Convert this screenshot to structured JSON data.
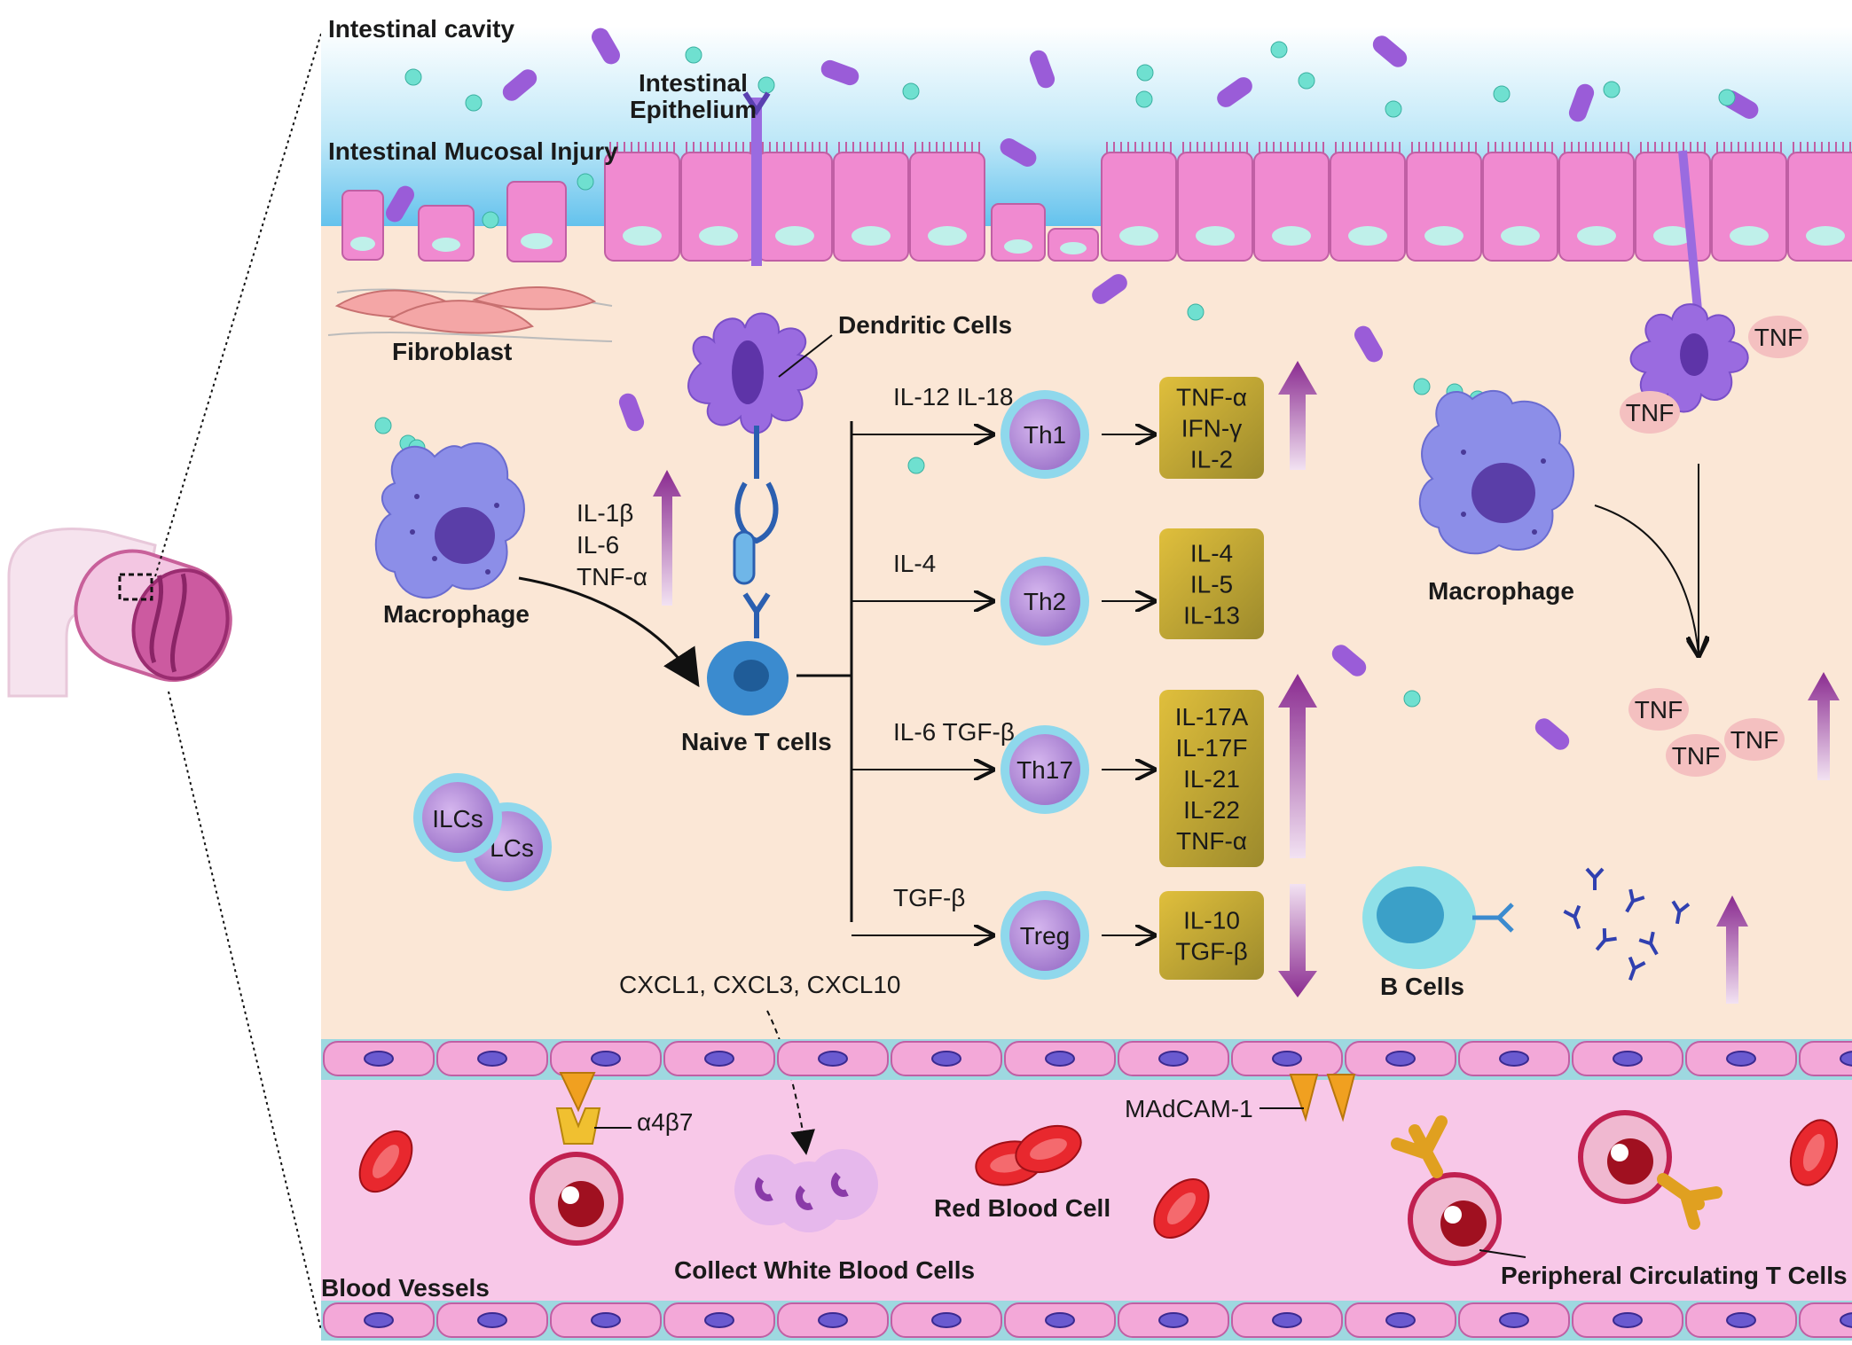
{
  "labels": {
    "intestinal_cavity": "Intestinal cavity",
    "intestinal_epithelium_line1": "Intestinal",
    "intestinal_epithelium_line2": "Epithelium",
    "mucosal_injury": "Intestinal Mucosal Injury",
    "fibroblast": "Fibroblast",
    "dendritic_cells": "Dendritic Cells",
    "macrophage_left": "Macrophage",
    "macrophage_right": "Macrophage",
    "naive_t_cells": "Naive T cells",
    "ilcs_front": "ILCs",
    "ilcs_back": "LCs",
    "b_cells": "B Cells",
    "blood_vessels": "Blood Vessels",
    "collect_wbc": "Collect White Blood Cells",
    "red_blood_cell": "Red Blood Cell",
    "peripheral_t": "Peripheral Circulating T Cells",
    "madcam": "MAdCAM-1",
    "a4b7": "α4β7",
    "chemokines": "CXCL1, CXCL3, CXCL10"
  },
  "macrophage_cytokines": [
    "IL-1β",
    "IL-6",
    "TNF-α"
  ],
  "differentiation": [
    {
      "signal": "IL-12 IL-18",
      "cell": "Th1",
      "cytokines": [
        "TNF-α",
        "IFN-γ",
        "IL-2"
      ],
      "trend": "up"
    },
    {
      "signal": "IL-4",
      "cell": "Th2",
      "cytokines": [
        "IL-4",
        "IL-5",
        "IL-13"
      ],
      "trend": "none"
    },
    {
      "signal": "IL-6 TGF-β",
      "cell": "Th17",
      "cytokines": [
        "IL-17A",
        "IL-17F",
        "IL-21",
        "IL-22",
        "TNF-α"
      ],
      "trend": "up"
    },
    {
      "signal": "TGF-β",
      "cell": "Treg",
      "cytokines": [
        "IL-10",
        "TGF-β"
      ],
      "trend": "down"
    }
  ],
  "tnf_label": "TNF",
  "colors": {
    "lumen": "#6fc9ef",
    "lamina": "#fbe7d6",
    "epithelium": "#f08ad0",
    "vessel": "#f8c8e8",
    "arrow": "#8a2b90",
    "cytokine_box": "#c9a838",
    "t_cell": "#b58ad8",
    "dc": "#9a6be0"
  }
}
